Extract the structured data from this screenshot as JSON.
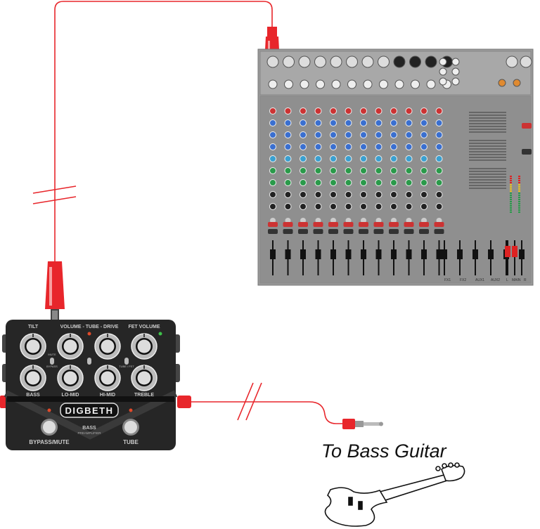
{
  "colors": {
    "cable": "#e8262b",
    "mixer_body": "#9b9b9b",
    "pedal_body": "#2a2a2a",
    "led_red": "#e04a2a",
    "led_green": "#3ec24a"
  },
  "pedal": {
    "top_labels": [
      "TILT",
      "VOLUME - TUBE - DRIVE",
      "FET VOLUME"
    ],
    "bottom_knob_labels": [
      "BASS",
      "LO-MID",
      "HI-MID",
      "TREBLE"
    ],
    "switch_labels": [
      "MUTE",
      "BYPASS",
      "TUBE / FET"
    ],
    "brand": "DIGBETH",
    "subtitle": "BASS",
    "subtitle2": "PREAMPLIFIER",
    "footswitch_labels": [
      "BYPASS/MUTE",
      "TUBE"
    ]
  },
  "mixer": {
    "bus_labels": [
      "FX1",
      "FX2",
      "AUX1",
      "AUX2"
    ],
    "main_labels": [
      "L",
      "MAIN",
      "R"
    ]
  },
  "caption": "To Bass Guitar",
  "icons": [
    "xlr-connector-icon",
    "jack-plug-icon",
    "bass-guitar-icon",
    "cable-break-icon"
  ]
}
